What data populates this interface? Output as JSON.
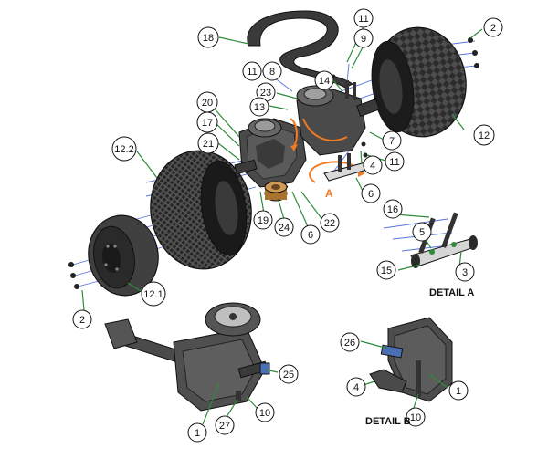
{
  "callouts": {
    "c18": "18",
    "c11a": "11",
    "c9": "9",
    "c2a": "2",
    "c11b": "11",
    "c8": "8",
    "c14": "14",
    "c23": "23",
    "c20": "20",
    "c13": "13",
    "c17": "17",
    "c21": "21",
    "c122": "12.2",
    "c12": "12",
    "c7": "7",
    "c11c": "11",
    "c4a": "4",
    "c6a": "6",
    "c19": "19",
    "c24": "24",
    "c6b": "6",
    "c22": "22",
    "c16": "16",
    "c5": "5",
    "c15": "15",
    "c3": "3",
    "c121": "12.1",
    "c2b": "2",
    "c26": "26",
    "c25": "25",
    "c4b": "4",
    "c1a": "1",
    "c10a": "10",
    "c27": "27",
    "c1b": "1",
    "c10b": "10"
  },
  "details": {
    "a": "DETAIL A",
    "b": "DETAIL B",
    "marker": "A"
  },
  "colors": {
    "leader": "#2e8b3a",
    "accent": "#f07a21",
    "tire": "#2c2c2c",
    "casting": "#4a4a4a"
  }
}
